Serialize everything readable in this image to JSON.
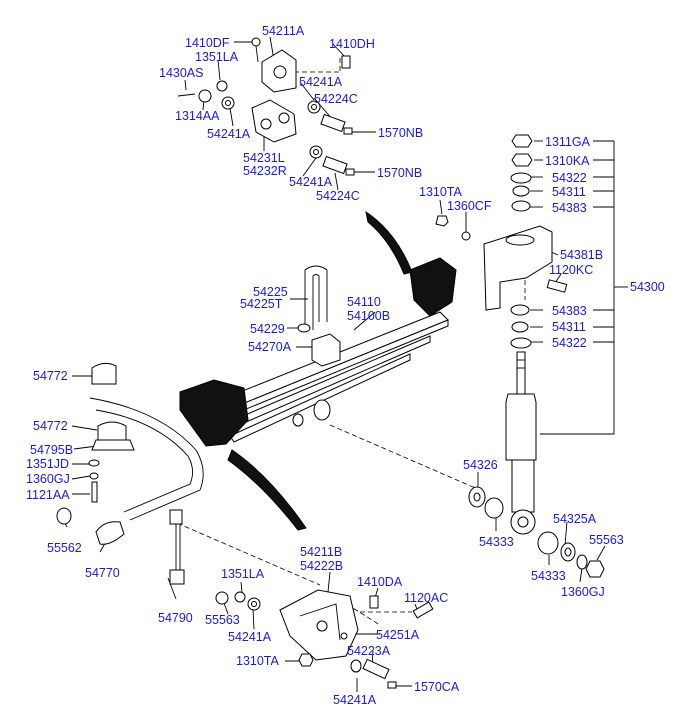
{
  "labels": {
    "l_1410DF": "1410DF",
    "l_54211A": "54211A",
    "l_1410DH": "1410DH",
    "l_1351LA_top": "1351LA",
    "l_1430AS": "1430AS",
    "l_54241A_1": "54241A",
    "l_54224C_1": "54224C",
    "l_1314AA": "1314AA",
    "l_54241A_2": "54241A",
    "l_1570NB_1": "1570NB",
    "l_54231L": "54231L",
    "l_54232R": "54232R",
    "l_54241A_3": "54241A",
    "l_1570NB_2": "1570NB",
    "l_54224C_2": "54224C",
    "l_1311GA": "1311GA",
    "l_1310KA": "1310KA",
    "l_54322_top": "54322",
    "l_54311_top": "54311",
    "l_54383_top": "54383",
    "l_1310TA_top": "1310TA",
    "l_1360CF": "1360CF",
    "l_54381B": "54381B",
    "l_1120KC": "1120KC",
    "l_54300": "54300",
    "l_54383_bot": "54383",
    "l_54311_bot": "54311",
    "l_54322_bot": "54322",
    "l_54225": "54225",
    "l_54225T": "54225T",
    "l_54110": "54110",
    "l_54100B": "54100B",
    "l_54229": "54229",
    "l_54270A": "54270A",
    "l_54772_1": "54772",
    "l_54772_2": "54772",
    "l_54795B": "54795B",
    "l_1351JD": "1351JD",
    "l_1360GJ_left": "1360GJ",
    "l_1121AA": "1121AA",
    "l_55562": "55562",
    "l_54770": "54770",
    "l_54326": "54326",
    "l_54333_1": "54333",
    "l_54325A": "54325A",
    "l_55563_right": "55563",
    "l_54333_2": "54333",
    "l_1360GJ_right": "1360GJ",
    "l_54211B": "54211B",
    "l_54222B": "54222B",
    "l_1351LA_bot": "1351LA",
    "l_1410DA": "1410DA",
    "l_1120AC": "1120AC",
    "l_54790": "54790",
    "l_55563_bot": "55563",
    "l_54241A_4": "54241A",
    "l_54251A": "54251A",
    "l_54223A": "54223A",
    "l_1310TA_bot": "1310TA",
    "l_1570CA": "1570CA",
    "l_54241A_5": "54241A"
  },
  "colors": {
    "label": "#1a1ae6",
    "line": "#000000",
    "frame": "#111111"
  }
}
